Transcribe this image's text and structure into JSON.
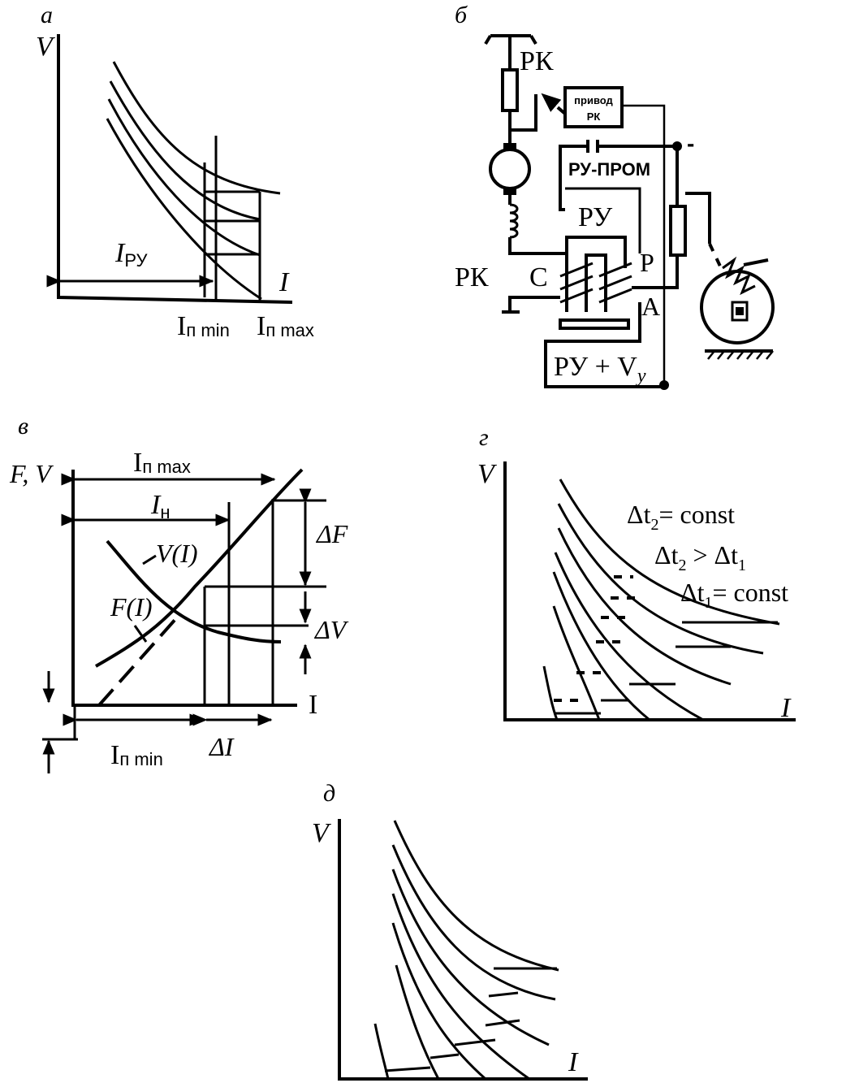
{
  "panel_a": {
    "label": "а",
    "axis_y": "V",
    "axis_x": "I",
    "i_ru_main": "I",
    "i_ru_sub": "РУ",
    "i_min_main": "I",
    "i_min_sub": "п min",
    "i_max_main": "I",
    "i_max_sub": "п max"
  },
  "panel_b": {
    "label": "б",
    "rk_top": "РК",
    "drive_line1": "привод",
    "drive_line2": "РК",
    "ru_prom": "РУ-ПРОМ",
    "ru": "РУ",
    "rk_left": "РК",
    "c": "С",
    "p": "Р",
    "a": "А",
    "minus": "-",
    "ru_supply": "РУ + V",
    "ru_supply_sub": "у"
  },
  "panel_v": {
    "label": "в",
    "axis_y": "F, V",
    "axis_x": "I",
    "i_max_main": "I",
    "i_max_sub": "п max",
    "i_n_main": "I",
    "i_n_sub": "н",
    "v_curve": "V(I)",
    "f_curve": "F(I)",
    "delta_f": "ΔF",
    "delta_v": "ΔV",
    "i_min_main": "I",
    "i_min_sub": "п min",
    "delta_i": "ΔI"
  },
  "panel_g": {
    "label": "г",
    "axis_y": "V",
    "axis_x": "I",
    "note1_pre": "Δt",
    "note1_sub": "2",
    "note1_post": "= const",
    "note2_pre": "Δt",
    "note2_sub": "2",
    "note2_mid": " > Δt",
    "note2_sub2": "1",
    "note3_pre": "Δt",
    "note3_sub": "1",
    "note3_post": "= const"
  },
  "panel_d": {
    "label": "д",
    "axis_y": "V",
    "axis_x": "I"
  }
}
